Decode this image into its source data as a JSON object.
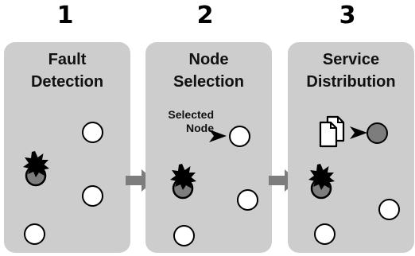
{
  "steps": [
    {
      "number": "1",
      "title_line1": "Fault",
      "title_line2": "Detection"
    },
    {
      "number": "2",
      "title_line1": "Node",
      "title_line2": "Selection"
    },
    {
      "number": "3",
      "title_line1": "Service",
      "title_line2": "Distribution"
    }
  ],
  "annotation": {
    "line1": "Selected",
    "line2": "Node"
  },
  "colors": {
    "panel": "#cdcdcd",
    "arrow": "#7d7d7d",
    "faulty_node": "#7d7d7d",
    "selected_node": "#7d7d7d",
    "node": "#ffffff"
  }
}
